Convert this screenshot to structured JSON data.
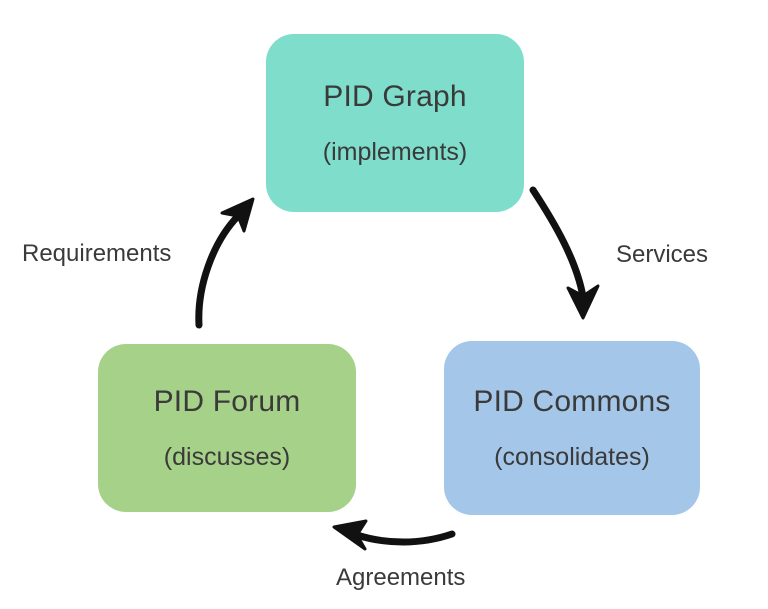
{
  "diagram": {
    "type": "cycle-diagram",
    "background_color": "#ffffff",
    "text_color": "#3a3a3a",
    "nodes": [
      {
        "id": "pid-graph",
        "title": "PID Graph",
        "subtitle": "(implements)",
        "color": "#7fddcb",
        "position": "top"
      },
      {
        "id": "pid-forum",
        "title": "PID Forum",
        "subtitle": "(discusses)",
        "color": "#a6d189",
        "position": "bottom-left"
      },
      {
        "id": "pid-commons",
        "title": "PID Commons",
        "subtitle": "(consolidates)",
        "color": "#a4c6e8",
        "position": "bottom-right"
      }
    ],
    "edges": [
      {
        "id": "services",
        "label": "Services",
        "from": "pid-graph",
        "to": "pid-commons",
        "color": "#111111"
      },
      {
        "id": "agreements",
        "label": "Agreements",
        "from": "pid-commons",
        "to": "pid-forum",
        "color": "#111111"
      },
      {
        "id": "requirements",
        "label": "Requirements",
        "from": "pid-forum",
        "to": "pid-graph",
        "color": "#111111"
      }
    ]
  }
}
